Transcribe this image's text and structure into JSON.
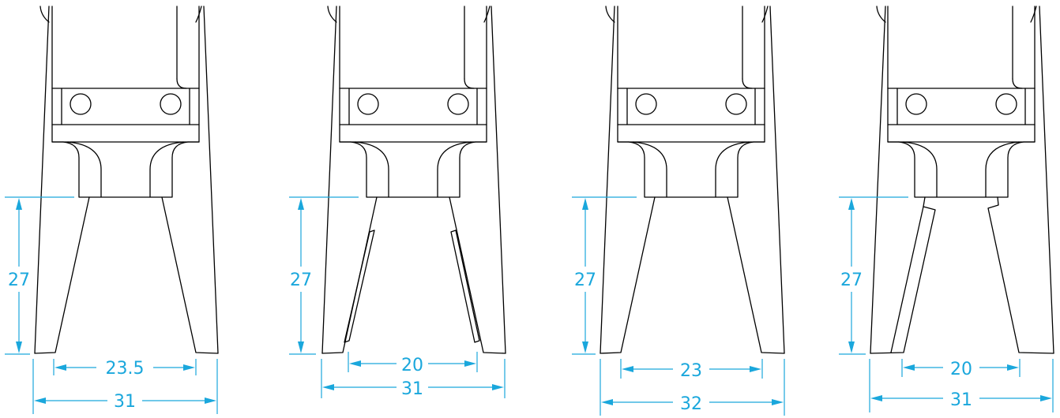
{
  "figures": [
    {
      "height": "27",
      "inner": "23.5",
      "outer": "31",
      "variant": "plain"
    },
    {
      "height": "27",
      "inner": "20",
      "outer": "31",
      "variant": "padded"
    },
    {
      "height": "27",
      "inner": "23",
      "outer": "32",
      "variant": "plain-wide"
    },
    {
      "height": "27",
      "inner": "20",
      "outer": "31",
      "variant": "stepped"
    }
  ],
  "colors": {
    "outline": "#000000",
    "dimension": "#1aa7dc"
  }
}
